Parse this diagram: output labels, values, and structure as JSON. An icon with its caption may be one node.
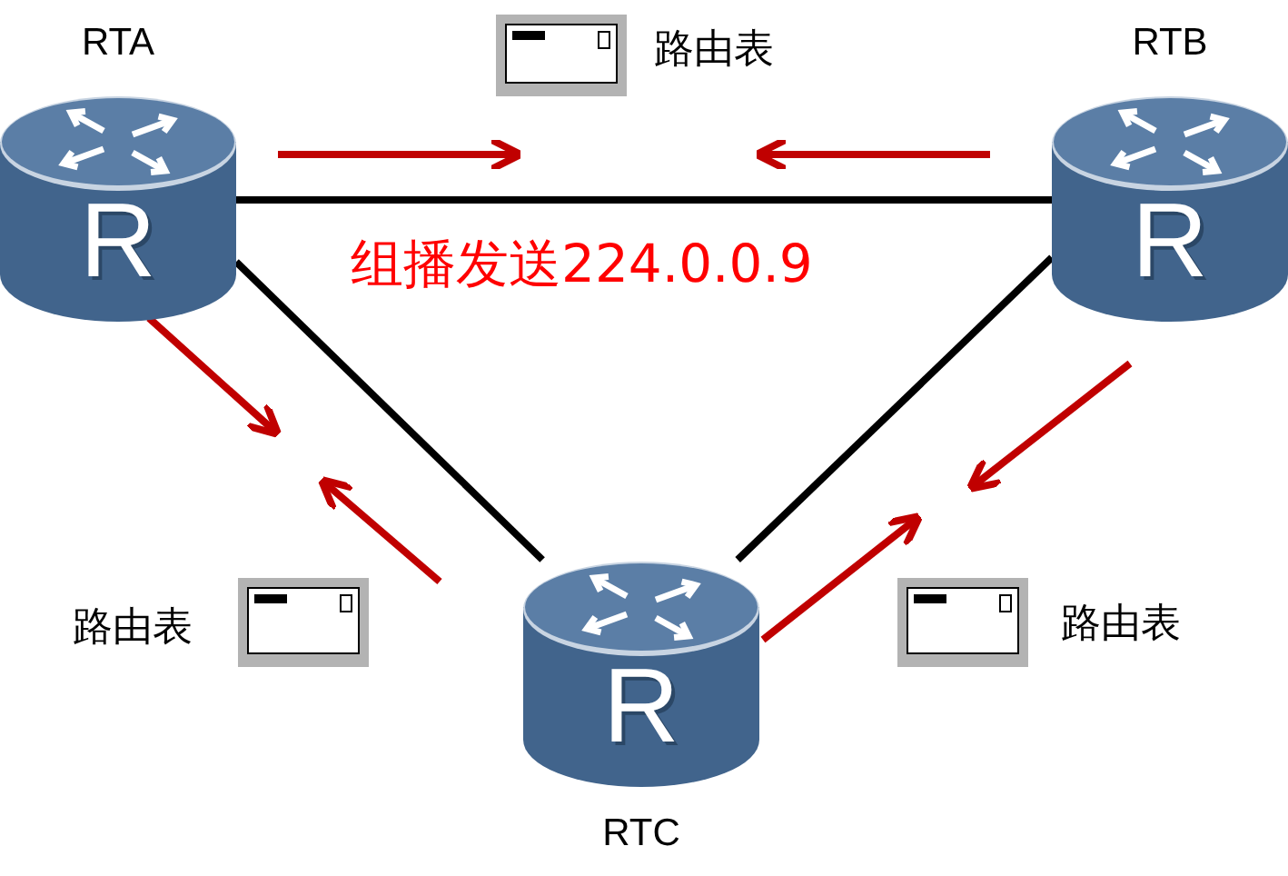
{
  "diagram": {
    "nodes": [
      {
        "text": [
          "RTA",
          "R"
        ]
      },
      {
        "text": [],
        "shape": "box",
        "beside": [
          "路由表"
        ]
      },
      {
        "text": [
          "RTB",
          "R"
        ]
      },
      {
        "text": [],
        "shape": "box",
        "beside": [
          "路由表"
        ]
      },
      {
        "text": [],
        "shape": "box",
        "beside": [
          "路由表"
        ]
      },
      {
        "text": [
          "R",
          "RTC"
        ]
      }
    ],
    "edges": [
      {
        "from": 0,
        "to": 2,
        "arrow": "none",
        "label": "组播发送224.0.0.9"
      },
      {
        "from": 0,
        "to": 5,
        "arrow": "none"
      },
      {
        "from": 2,
        "to": 5,
        "arrow": "none"
      }
    ]
  }
}
